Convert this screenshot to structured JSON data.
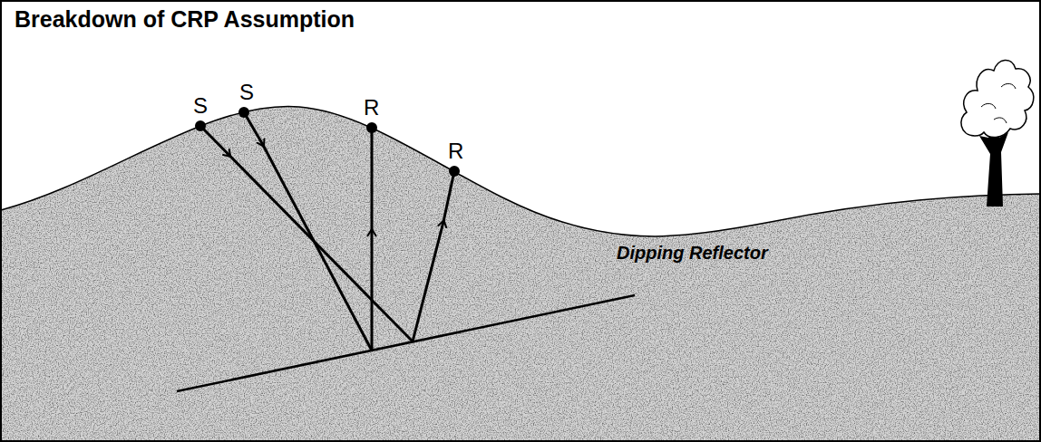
{
  "diagram": {
    "title": "Breakdown of CRP Assumption",
    "labels": [
      "S",
      "S",
      "R",
      "R",
      "Dipping Reflector"
    ]
  }
}
